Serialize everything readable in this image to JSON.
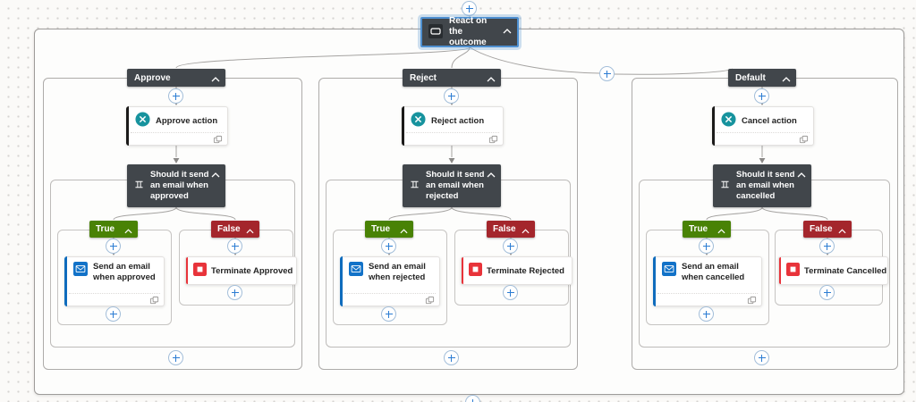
{
  "app": {
    "kind": "flow-designer-canvas",
    "colors": {
      "node_dark": "#41464b",
      "true_green": "#498205",
      "false_red": "#a4262c",
      "selection_blue": "#4e8fd0",
      "email_blue": "#1272c8",
      "email_stripe": "#0f6cbd",
      "terminate_red": "#e8333a",
      "approvals_teal": "#17939e",
      "connector_gray": "#a5a3a1",
      "plus_blue": "#2b7cd3"
    }
  },
  "switch": {
    "title": "React on the outcome"
  },
  "branches": [
    {
      "label": "Approve",
      "action": {
        "title": "Approve action"
      },
      "condition": {
        "title": "Should it send an email when approved"
      },
      "true_case": {
        "label": "True",
        "action": {
          "title": "Send an email when approved"
        }
      },
      "false_case": {
        "label": "False",
        "action": {
          "title": "Terminate Approved"
        }
      }
    },
    {
      "label": "Reject",
      "action": {
        "title": "Reject action"
      },
      "condition": {
        "title": "Should it send an email when rejected"
      },
      "true_case": {
        "label": "True",
        "action": {
          "title": "Send an email when rejected"
        }
      },
      "false_case": {
        "label": "False",
        "action": {
          "title": "Terminate Rejected"
        }
      }
    },
    {
      "label": "Default",
      "action": {
        "title": "Cancel action"
      },
      "condition": {
        "title": "Should it send an email when cancelled"
      },
      "true_case": {
        "label": "True",
        "action": {
          "title": "Send an email when cancelled"
        }
      },
      "false_case": {
        "label": "False",
        "action": {
          "title": "Terminate Cancelled"
        }
      }
    }
  ]
}
